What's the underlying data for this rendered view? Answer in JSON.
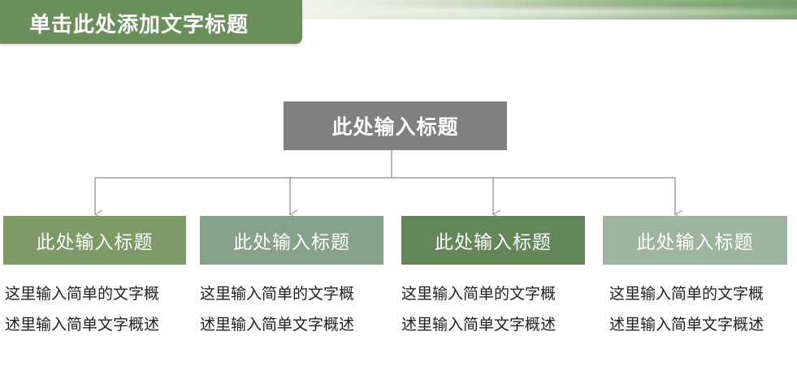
{
  "header": {
    "title": "单击此处添加文字标题"
  },
  "diagram": {
    "root": {
      "label": "此处输入标题",
      "color": "#808080"
    },
    "children": [
      {
        "label": "此处输入标题",
        "color": "#7c9b66",
        "desc_line1": "这里输入简单的文字概",
        "desc_line2": "述里输入简单文字概述"
      },
      {
        "label": "此处输入标题",
        "color": "#86a38a",
        "desc_line1": "这里输入简单的文字概",
        "desc_line2": "述里输入简单文字概述"
      },
      {
        "label": "此处输入标题",
        "color": "#64875a",
        "desc_line1": "这里输入简单的文字概",
        "desc_line2": "述里输入简单文字概述"
      },
      {
        "label": "此处输入标题",
        "color": "#9db59c",
        "desc_line1": "这里输入简单的文字概",
        "desc_line2": "述里输入简单文字概述"
      }
    ]
  },
  "colors": {
    "title_tab": "#6a8f5a",
    "connector": "#8a8a8a"
  }
}
